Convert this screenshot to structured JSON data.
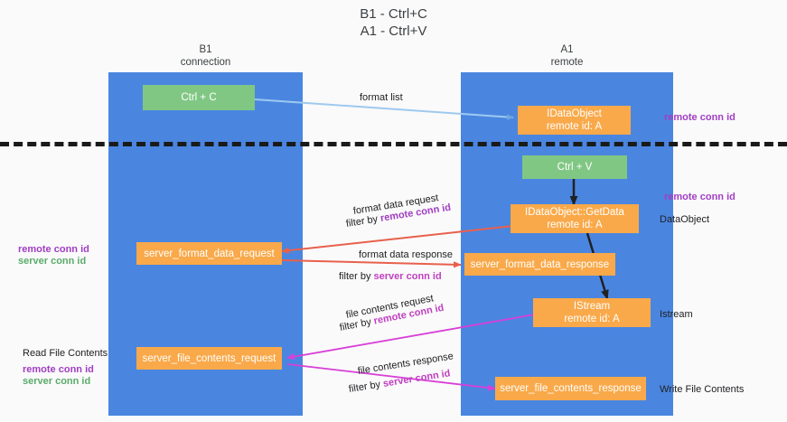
{
  "diagram": {
    "title_line1": "B1 - Ctrl+C",
    "title_line2": "A1 - Ctrl+V",
    "colors": {
      "lane": "#4a86e0",
      "node_orange": "#f9a94a",
      "node_green": "#81c784",
      "accent_purple": "#a13ec4",
      "accent_green": "#5aab6a",
      "accent_pink": "#c040c0",
      "arrow_red": "#e8604c",
      "arrow_blue": "#9ec9ef",
      "arrow_black": "#202124",
      "background": "#fafafa"
    },
    "lanes": [
      {
        "id": "b1",
        "head_line1": "B1",
        "head_line2": "connection"
      },
      {
        "id": "a1",
        "head_line1": "A1",
        "head_line2": "remote"
      }
    ],
    "nodes": [
      {
        "id": "ctrl-c",
        "kind": "green",
        "line1": "Ctrl + C",
        "line2": ""
      },
      {
        "id": "idataobject",
        "kind": "orange",
        "line1": "IDataObject",
        "line2": "remote id: A"
      },
      {
        "id": "ctrl-v",
        "kind": "green",
        "line1": "Ctrl + V",
        "line2": ""
      },
      {
        "id": "getdata",
        "kind": "orange",
        "line1": "IDataObject::GetData",
        "line2": "remote id: A"
      },
      {
        "id": "server-format-data-request",
        "kind": "orange",
        "line1": "server_format_data_request",
        "line2": ""
      },
      {
        "id": "server-format-data-response",
        "kind": "orange",
        "line1": "server_format_data_response",
        "line2": ""
      },
      {
        "id": "istream",
        "kind": "orange",
        "line1": "IStream",
        "line2": "remote id: A"
      },
      {
        "id": "server-file-contents-request",
        "kind": "orange",
        "line1": "server_file_contents_request",
        "line2": ""
      },
      {
        "id": "server-file-contents-response",
        "kind": "orange",
        "line1": "server_file_contents_response",
        "line2": ""
      }
    ],
    "edge_labels": {
      "format_list": "format list",
      "format_data_request": "format data request",
      "format_data_request_filter_prefix": "filter by ",
      "format_data_request_filter_key": "remote conn id",
      "format_data_response": "format data response",
      "format_data_response_filter_prefix": "filter by ",
      "format_data_response_filter_key": "server conn id",
      "file_contents_request": "file contents request",
      "file_contents_request_filter_prefix": "filter by ",
      "file_contents_request_filter_key": "remote conn id",
      "file_contents_response": "file contents response",
      "file_contents_response_filter_prefix": "filter by ",
      "file_contents_response_filter_key": "server conn id"
    },
    "annotations": {
      "right_remote_conn_id_top": "remote conn id",
      "right_remote_conn_id_mid": "remote conn id",
      "right_dataobject": "DataObject",
      "right_istream": "Istream",
      "right_write_file_contents": "Write File Contents",
      "left_remote_conn_id_mid": "remote conn id",
      "left_server_conn_id_mid": "server conn id",
      "left_read_file_contents": "Read File Contents",
      "left_remote_conn_id_low": "remote conn id",
      "left_server_conn_id_low": "server conn id"
    }
  }
}
